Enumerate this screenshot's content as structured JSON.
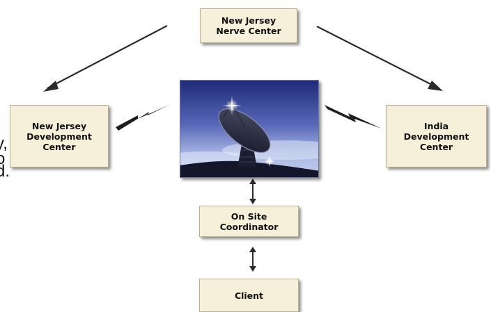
{
  "nodes": {
    "nerve_center": {
      "line1": "New Jersey",
      "line2": "Nerve Center"
    },
    "nj_dev": {
      "line1": "New Jersey",
      "line2": "Development",
      "line3": "Center"
    },
    "india_dev": {
      "line1": "India",
      "line2": "Development",
      "line3": "Center"
    },
    "onsite": {
      "line1": "On Site",
      "line2": "Coordinator"
    },
    "client": {
      "line1": "Client"
    }
  },
  "clipped_text": {
    "line1": "y,",
    "line2": "o",
    "line3": "d."
  },
  "photo": {
    "subject": "satellite-dish-icon"
  },
  "colors": {
    "box_fill": "#f6efd9",
    "arrow": "#2b2b2b",
    "sky_top": "#1f2a7a",
    "sky_bottom": "#c8d4ee"
  }
}
